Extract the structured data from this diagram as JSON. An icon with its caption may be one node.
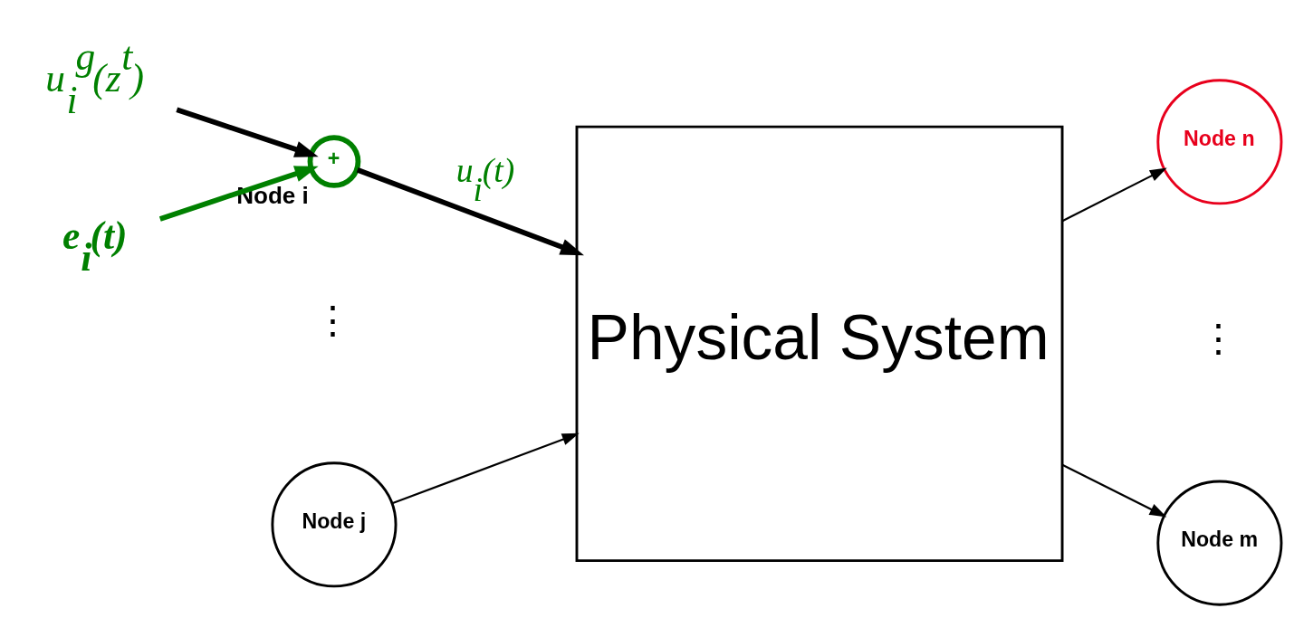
{
  "diagram": {
    "nodes": [
      {
        "text": [
          "u$_{i}$$^{g}$(z$^{t}$)"
        ]
      },
      {
        "text": [
          "e$_{i}$(t)"
        ]
      },
      {
        "text": [
          "+"
        ],
        "beside": [
          "Node i"
        ]
      },
      {
        "text": [
          "Physical System"
        ]
      },
      {
        "text": [
          "Node j"
        ]
      },
      {
        "text": [
          "Node n"
        ]
      },
      {
        "text": [
          "Node m"
        ]
      }
    ],
    "edges": [
      {
        "from": 0,
        "to": 2,
        "arrow": "to",
        "style": "thick"
      },
      {
        "from": 1,
        "to": 2,
        "arrow": "to",
        "style": "thick",
        "color": "#008000"
      },
      {
        "from": 2,
        "to": 3,
        "arrow": "to",
        "label": "u$_{i}$(t)",
        "style": "thick"
      },
      {
        "from": 4,
        "to": 3,
        "arrow": "to"
      },
      {
        "from": 3,
        "to": 5,
        "arrow": "to"
      },
      {
        "from": 3,
        "to": 6,
        "arrow": "to"
      }
    ],
    "labels": [
      "⋮",
      "⋮"
    ]
  }
}
